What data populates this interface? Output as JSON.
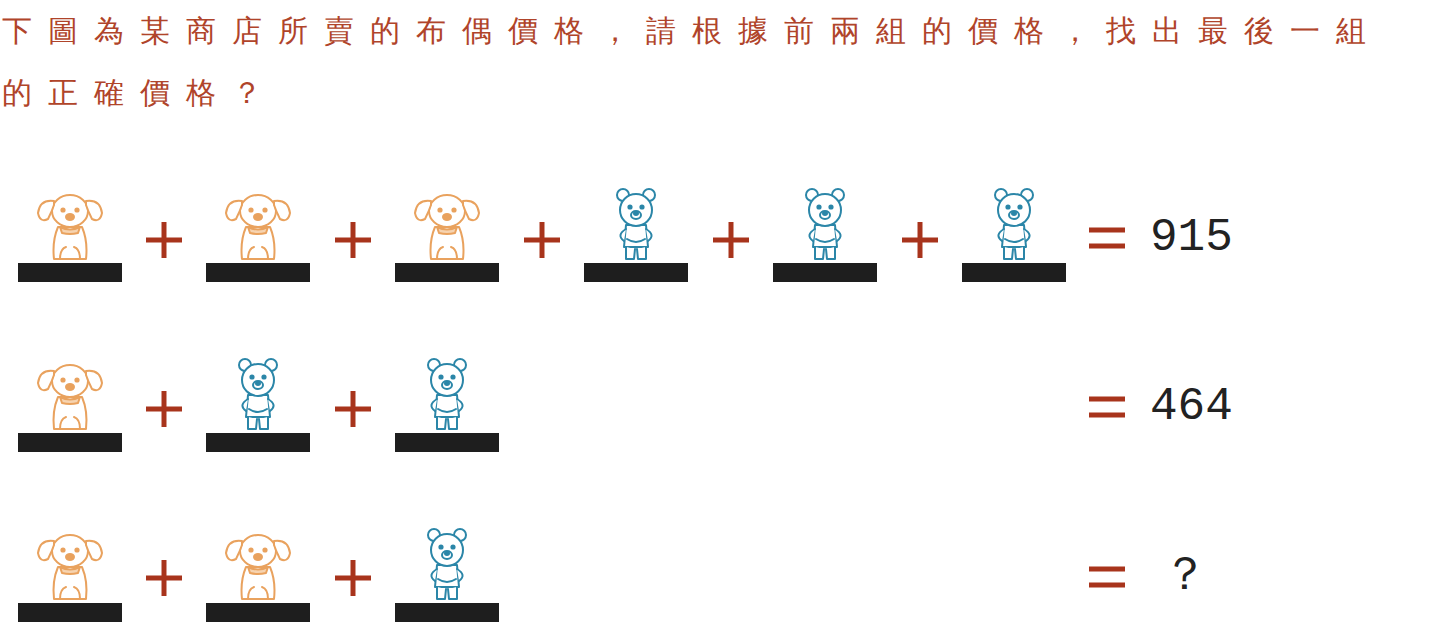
{
  "diagram": {
    "title": "下圖為某商店所賣的布偶價格，請根據前兩組的價格，找出最後一組的正確價格？",
    "labels": [
      "915",
      "464",
      "？"
    ]
  }
}
